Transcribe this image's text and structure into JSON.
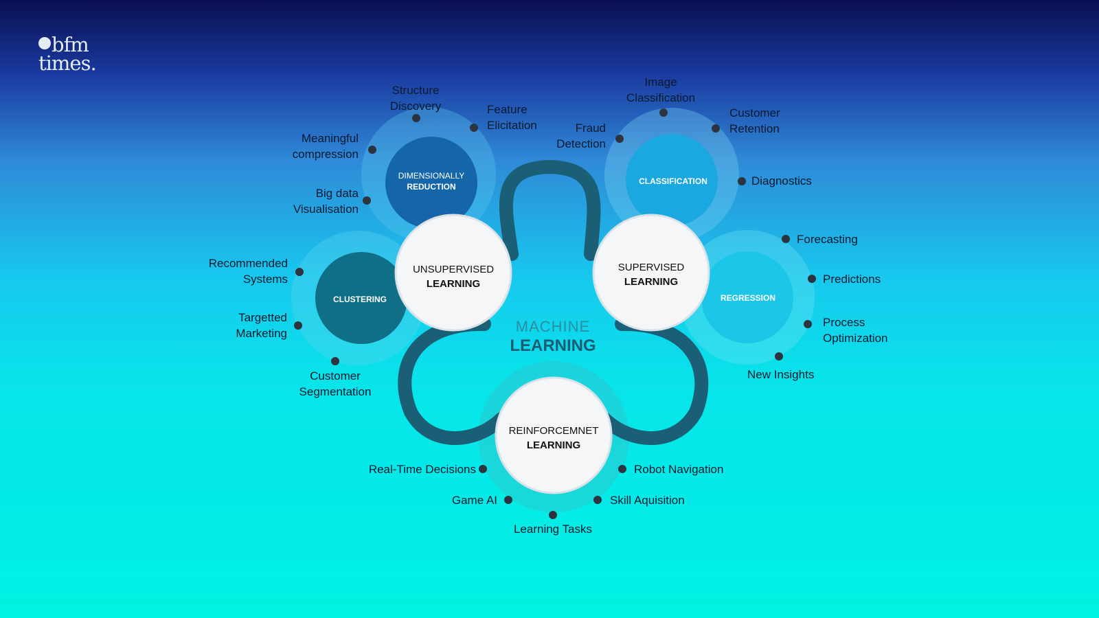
{
  "brand": {
    "line1": "bfm",
    "line2": "times."
  },
  "center": {
    "line1": "MACHINE",
    "line2": "LEARNING"
  },
  "hubs": {
    "unsupervised": {
      "line1": "UNSUPERVISED",
      "line2": "LEARNING"
    },
    "supervised": {
      "line1": "SUPERVISED",
      "line2": "LEARNING"
    },
    "reinforcement": {
      "line1": "REINFORCEMNET",
      "line2": "LEARNING"
    }
  },
  "categories": {
    "dimensionality": {
      "line1": "DIMENSIONALLY",
      "line2": "REDUCTION"
    },
    "clustering": {
      "line1": "CLUSTERING"
    },
    "classification": {
      "line1": "CLASSIFICATION"
    },
    "regression": {
      "line1": "REGRESSION"
    }
  },
  "applications": {
    "structure_discovery": "Structure\nDiscovery",
    "feature_elicitation": "Feature\nElicitation",
    "meaningful_compression": "Meaningful\ncompression",
    "big_data_visualisation": "Big data\nVisualisation",
    "recommended_systems": "Recommended\nSystems",
    "targetted_marketing": "Targetted\nMarketing",
    "customer_segmentation": "Customer\nSegmentation",
    "image_classification": "Image\nClassification",
    "customer_retention": "Customer\nRetention",
    "fraud_detection": "Fraud\nDetection",
    "diagnostics": "Diagnostics",
    "forecasting": "Forecasting",
    "predictions": "Predictions",
    "process_optimization": "Process\nOptimization",
    "new_insights": "New Insights",
    "real_time_decisions": "Real-Time Decisions",
    "robot_navigation": "Robot Navigation",
    "game_ai": "Game AI",
    "skill_aquisition": "Skill Aquisition",
    "learning_tasks": "Learning Tasks"
  },
  "colors": {
    "connector": "#1a5f76",
    "dimensionality_fill": "#1466a8",
    "clustering_fill": "#0f6f86",
    "classification_fill": "#1ba7e0",
    "regression_fill": "#1cc6e8",
    "dot": "#2c3440"
  }
}
